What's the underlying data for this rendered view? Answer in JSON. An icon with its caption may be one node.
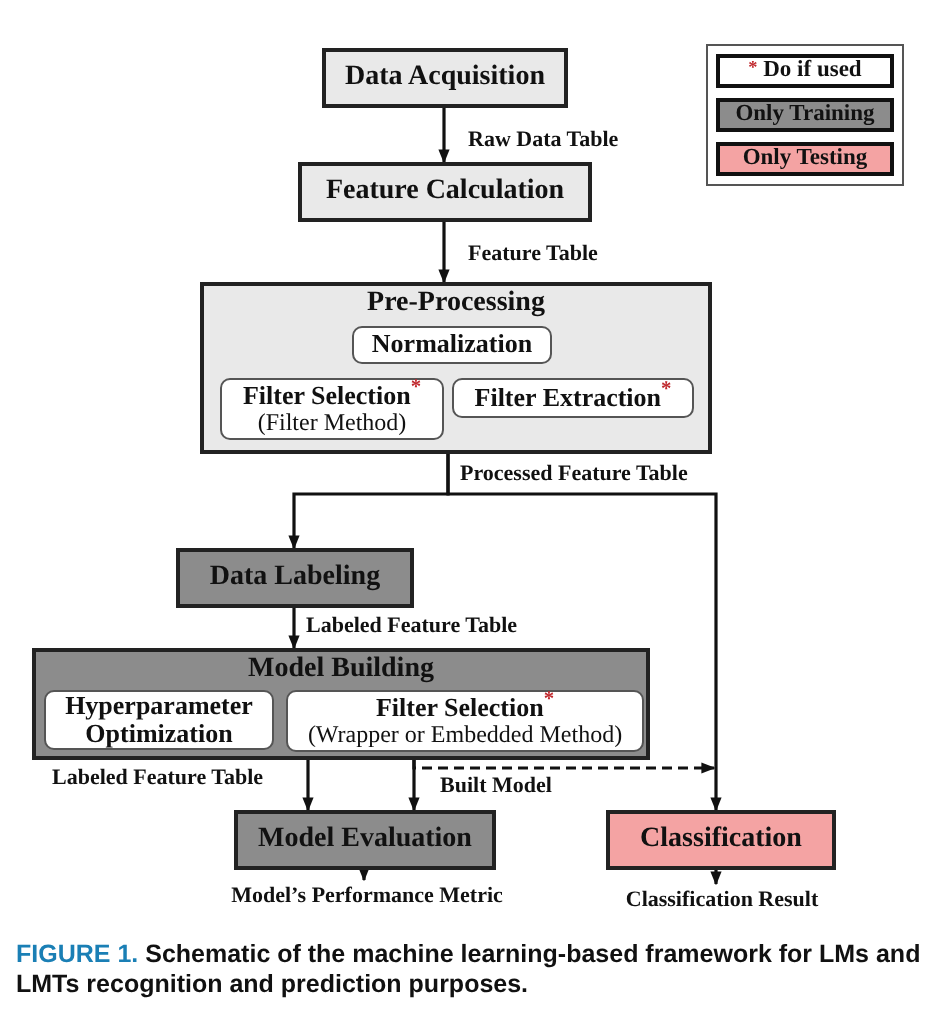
{
  "diagram": {
    "caption": "Schematic of the machine learning-based framework for LMs and LMTs recognition and prediction purposes.",
    "nodes": [
      {
        "text": [
          "Data Acquisition"
        ]
      },
      {
        "text": [
          "Feature Calculation"
        ]
      },
      {
        "text": [
          "Pre-Processing"
        ]
      },
      {
        "text": [
          "Normalization"
        ],
        "in": 2
      },
      {
        "text": [
          "Filter Selection$^{*}$",
          "(Filter Method)"
        ],
        "in": 2
      },
      {
        "text": [
          "Filter Extraction$^{*}$"
        ],
        "in": 2
      },
      {
        "text": [
          "Data Labeling"
        ]
      },
      {
        "text": [
          "Model Building"
        ]
      },
      {
        "text": [
          "Hyperparameter Optimization"
        ],
        "in": 7
      },
      {
        "text": [
          "Filter Selection$^{*}$",
          "(Wrapper or Embedded Method)"
        ],
        "in": 7
      },
      {
        "text": [
          "Model Evaluation"
        ]
      },
      {
        "text": [
          "Classification"
        ]
      },
      {
        "text": [
          "Model’s Performance Metric"
        ]
      },
      {
        "text": [
          "Classification Result"
        ]
      }
    ],
    "edges": [
      {
        "from": 0,
        "to": 1,
        "arrow": "to",
        "label": "Raw Data Table"
      },
      {
        "from": 1,
        "to": 2,
        "arrow": "to",
        "label": "Feature Table"
      },
      {
        "from": 2,
        "to": 6,
        "arrow": "to",
        "label": "Processed Feature Table"
      },
      {
        "from": 2,
        "to": 11,
        "arrow": "to"
      },
      {
        "from": 6,
        "to": 7,
        "arrow": "to",
        "label": "Labeled Feature Table"
      },
      {
        "from": 7,
        "to": 10,
        "arrow": "to",
        "label": "Labeled Feature Table"
      },
      {
        "from": 7,
        "to": 10,
        "arrow": "to",
        "label": "Built Model"
      },
      {
        "from": 7,
        "to": 11,
        "arrow": "to",
        "style": "dashed"
      },
      {
        "from": 10,
        "to": 12,
        "arrow": "to"
      },
      {
        "from": 11,
        "to": 13,
        "arrow": "to"
      }
    ],
    "labels": [
      "FIGURE 1."
    ],
    "legend": [
      {
        "text": "$^{*}$ Do if used",
        "color": "#ffffff"
      },
      {
        "text": "Only Training",
        "color": "#8c8c8c"
      },
      {
        "text": "Only Testing",
        "color": "#f4a3a3"
      }
    ]
  }
}
